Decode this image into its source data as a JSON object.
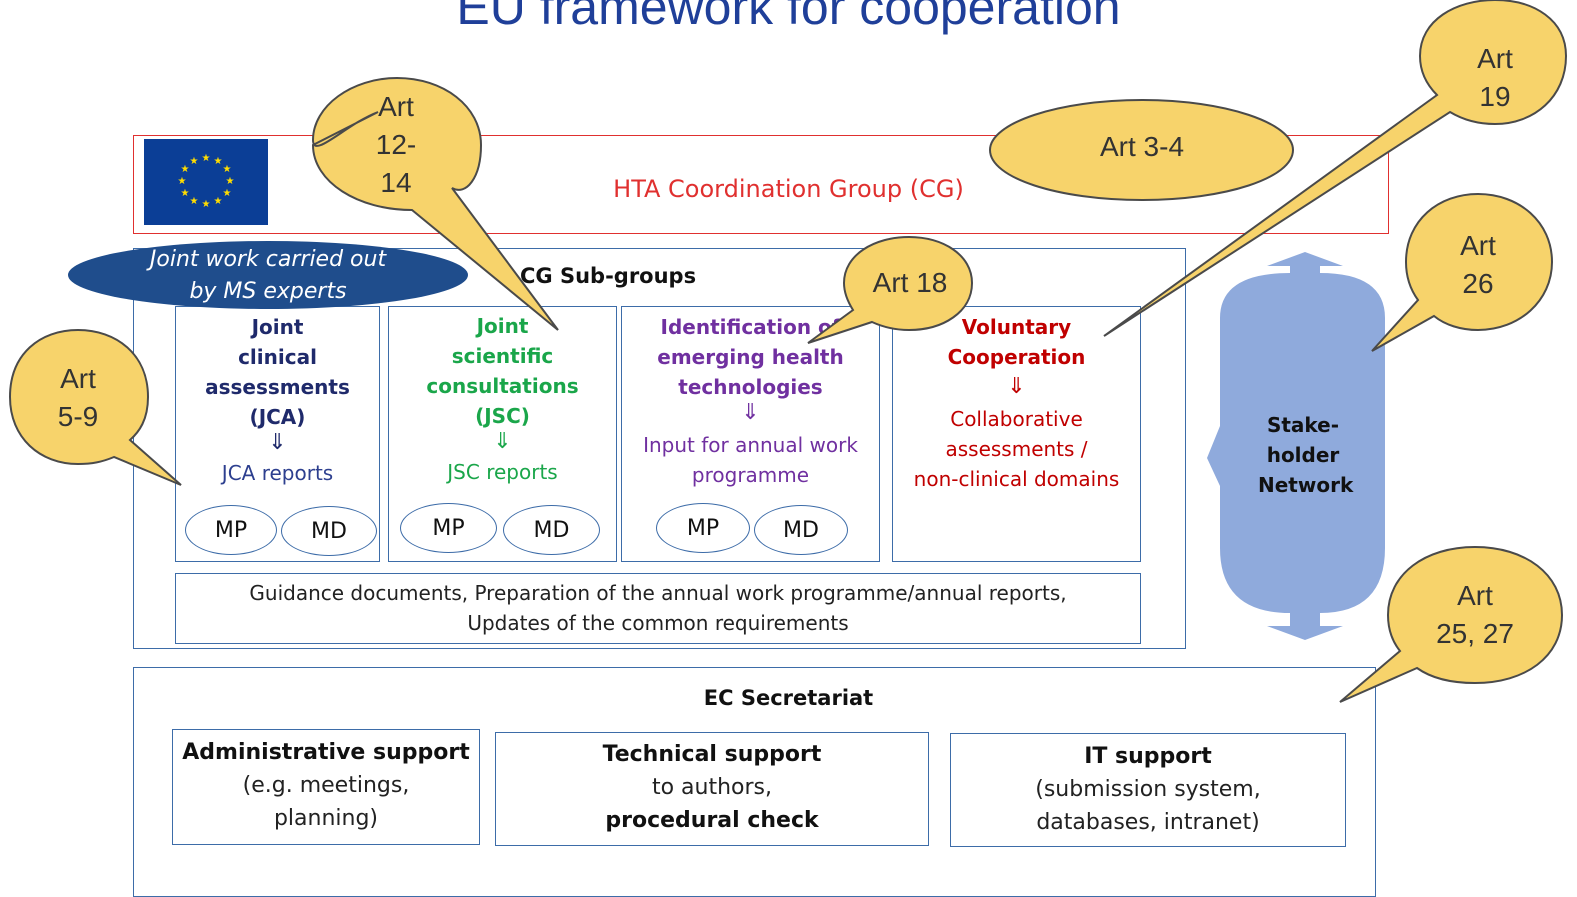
{
  "title": "EU framework for cooperation",
  "cg_title": "HTA Coordination Group (CG)",
  "joint_work": [
    "Joint work carried out",
    "by MS experts"
  ],
  "subgroups_title": "CG Sub-groups",
  "columns": [
    {
      "head": [
        "Joint",
        "clinical",
        "assessments",
        "(JCA)"
      ],
      "arrow": "⇓",
      "output": [
        "JCA reports"
      ],
      "color": "#1f2a6b",
      "output_color": "#2d3f8f",
      "badges": [
        "MP",
        "MD"
      ]
    },
    {
      "head": [
        "Joint",
        "scientific",
        "consultations",
        "(JSC)"
      ],
      "arrow": "⇓",
      "output": [
        "JSC reports"
      ],
      "color": "#1aa64a",
      "output_color": "#1aa64a",
      "badges": [
        "MP",
        "MD"
      ]
    },
    {
      "head": [
        "Identification of",
        "emerging health",
        "technologies"
      ],
      "arrow": "⇓",
      "output": [
        "Input for annual work",
        "programme"
      ],
      "color": "#7030a0",
      "output_color": "#7030a0",
      "badges": [
        "MP",
        "MD"
      ]
    },
    {
      "head": [
        "Voluntary",
        "Cooperation"
      ],
      "arrow": "⇓",
      "output": [
        "Collaborative",
        "assessments /",
        "non-clinical domains"
      ],
      "color": "#c00000",
      "output_color": "#c00000",
      "badges": []
    }
  ],
  "guidance": [
    "Guidance documents, Preparation of the annual work programme/annual reports,",
    "Updates of the common requirements"
  ],
  "stakeholder": [
    "Stake-",
    "holder",
    "Network"
  ],
  "ec_title": "EC Secretariat",
  "ec_boxes": [
    {
      "head": "Administrative support",
      "body": [
        "(e.g. meetings,",
        "planning)"
      ]
    },
    {
      "head": "Technical support",
      "body": [
        "to authors,"
      ],
      "tail": "procedural check"
    },
    {
      "head": "IT support",
      "body": [
        "(submission system,",
        "databases, intranet)"
      ]
    }
  ],
  "callouts": {
    "art_3_4": "Art 3-4",
    "art_12_14": [
      "Art",
      "12-",
      "14"
    ],
    "art_19": [
      "Art",
      "19"
    ],
    "art_26": [
      "Art",
      "26"
    ],
    "art_18": "Art 18",
    "art_5_9": [
      "Art",
      "5-9"
    ],
    "art_25_27": [
      "Art",
      "25, 27"
    ]
  },
  "colors": {
    "callout_fill": "#f7d36b",
    "callout_stroke": "#4a4a4a",
    "frame_blue": "#3d6ca8",
    "cg_red": "#e0302f",
    "arrow_blue": "#8faadc"
  }
}
